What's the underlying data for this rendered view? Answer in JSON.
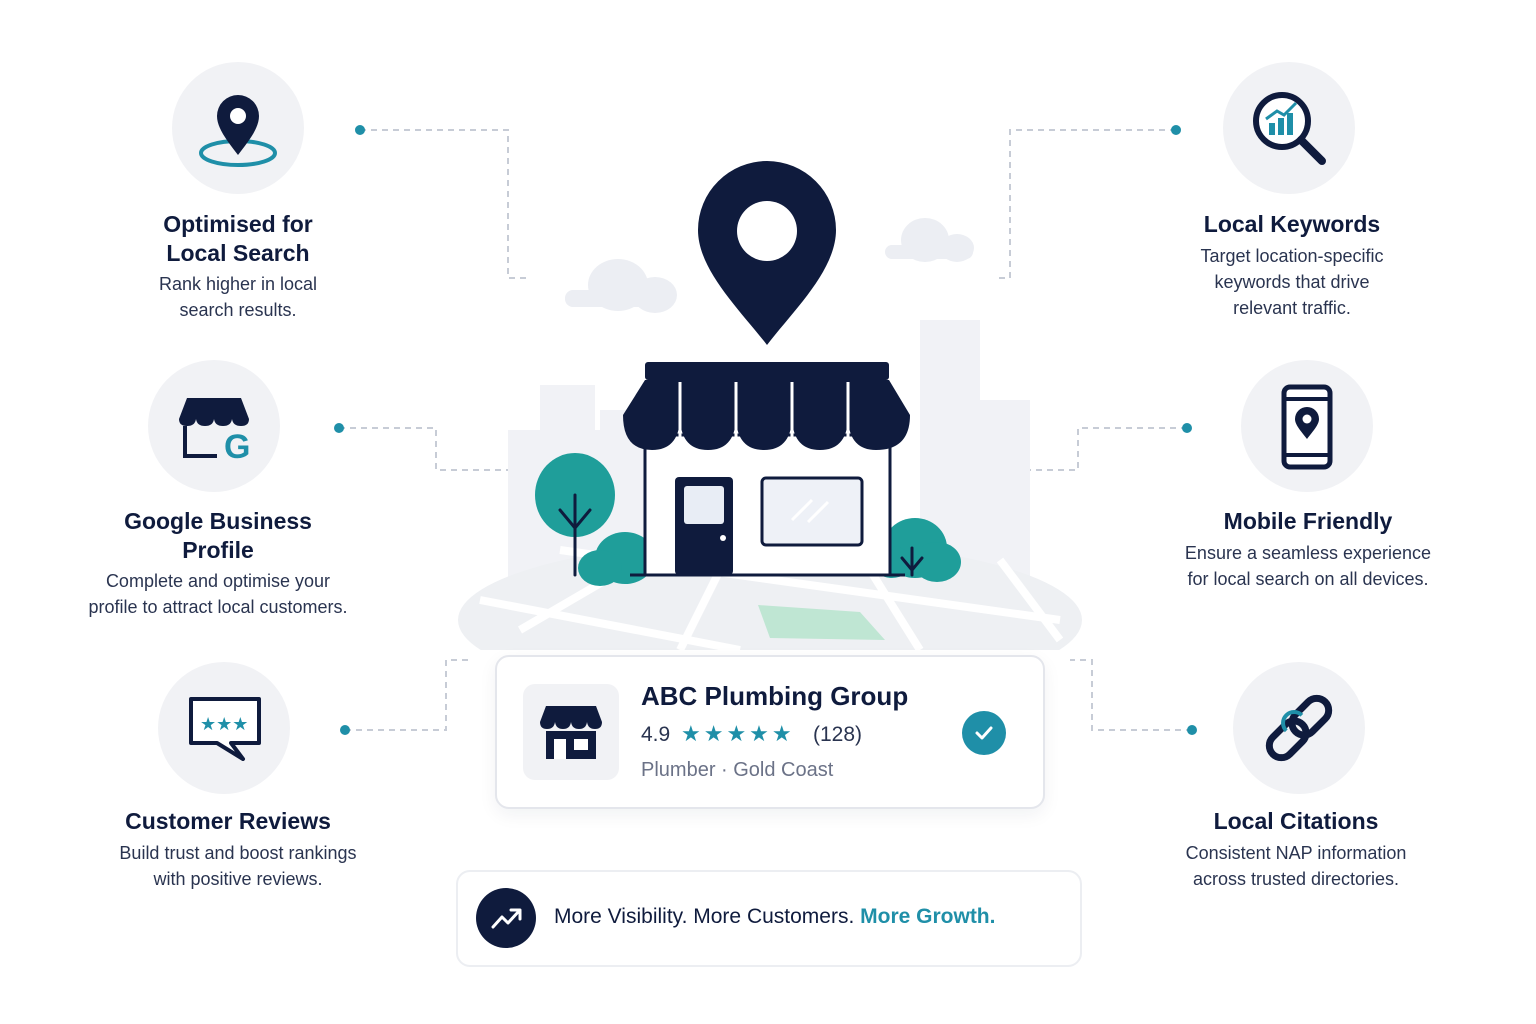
{
  "colors": {
    "navy": "#0f1b3d",
    "teal": "#1f8fa8",
    "light_bg": "#f1f2f5",
    "map_green": "#bfe6d3"
  },
  "features": {
    "local_search": {
      "icon": "location-pin-icon",
      "title": "Optimised for\nLocal Search",
      "desc": "Rank higher in local\nsearch results."
    },
    "gbp": {
      "icon": "storefront-g-icon",
      "title": "Google Business\nProfile",
      "desc": "Complete and optimise your\nprofile to attract local customers."
    },
    "reviews": {
      "icon": "review-bubble-icon",
      "title": "Customer Reviews",
      "desc": "Build trust and boost rankings\nwith positive reviews."
    },
    "keywords": {
      "icon": "search-chart-icon",
      "title": "Local Keywords",
      "desc": "Target location-specific\nkeywords that drive\nrelevant traffic."
    },
    "mobile": {
      "icon": "smartphone-pin-icon",
      "title": "Mobile Friendly",
      "desc": "Ensure a seamless experience\nfor local search on all devices."
    },
    "citations": {
      "icon": "chain-link-icon",
      "title": "Local Citations",
      "desc": "Consistent NAP information\nacross trusted directories."
    }
  },
  "business_card": {
    "name": "ABC Plumbing Group",
    "rating": "4.9",
    "stars": "★★★★★",
    "review_count": "(128)",
    "meta": "Plumber · Gold Coast",
    "verified_icon": "check-circle-icon"
  },
  "banner": {
    "icon": "trend-up-icon",
    "text": "More Visibility. More Customers.",
    "accent": "More Growth."
  }
}
